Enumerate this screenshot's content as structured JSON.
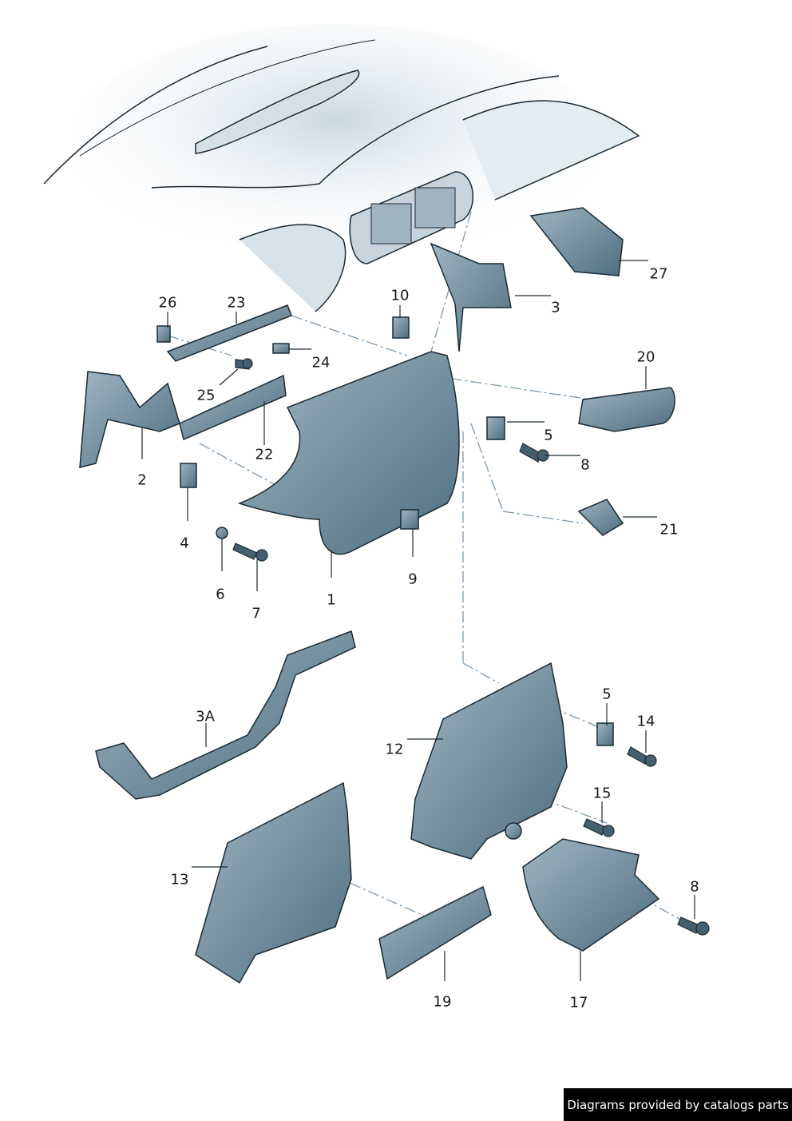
{
  "diagram": {
    "callouts": [
      "26",
      "23",
      "10",
      "3",
      "27",
      "20",
      "24",
      "25",
      "5",
      "8",
      "22",
      "2",
      "21",
      "4",
      "9",
      "6",
      "1",
      "7",
      "3A",
      "5",
      "14",
      "12",
      "15",
      "13",
      "8",
      "19",
      "17"
    ],
    "colors": {
      "part_fill": "#6f8fa3",
      "part_dark": "#44606f",
      "outline": "#1b2a33",
      "leader": "#7a98ad",
      "dash_board": "#dfe8ef"
    }
  },
  "footer": {
    "text": "Diagrams provided by catalogs parts"
  }
}
